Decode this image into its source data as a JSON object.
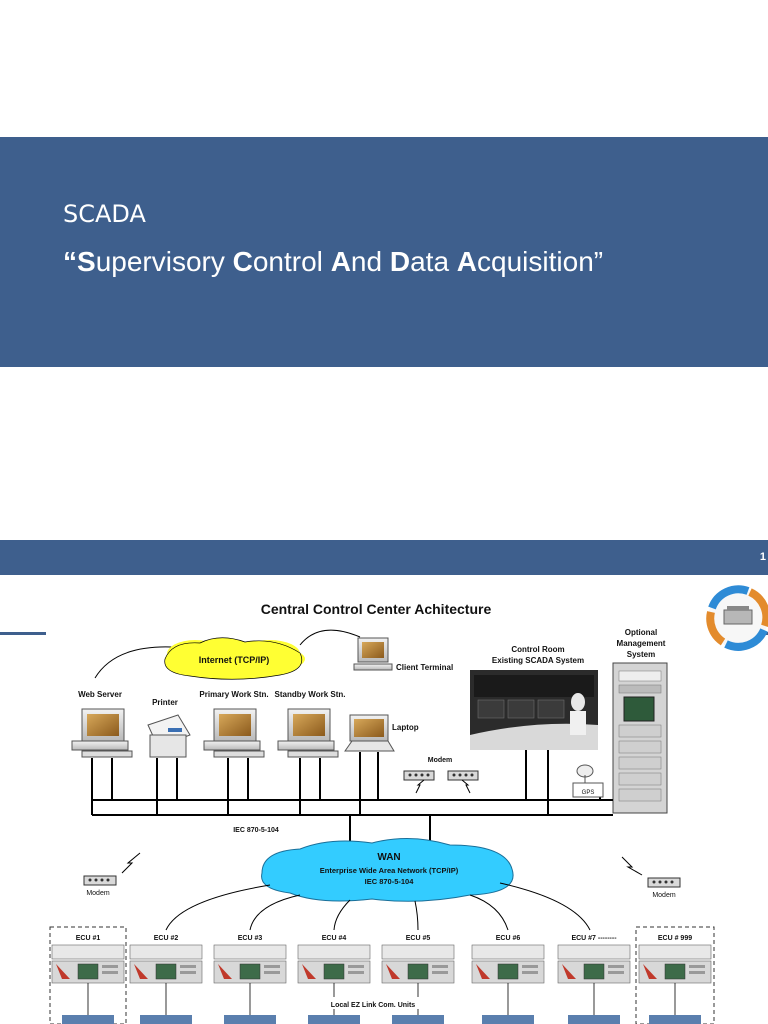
{
  "slide1": {
    "title": "SCADA",
    "subtitle": {
      "open_quote": "“",
      "w1_cap": "S",
      "w1_rest": "upervisory ",
      "w2_cap": "C",
      "w2_rest": "ontrol ",
      "w3_cap": "A",
      "w3_rest": "nd ",
      "w4_cap": "D",
      "w4_rest": "ata ",
      "w5_cap": "A",
      "w5_rest": "cquisition",
      "close_quote": "”"
    }
  },
  "slide2": {
    "page_number": "1",
    "diagram_title": "Central Control Center  Achitecture",
    "internet_label": "Internet (TCP/IP)",
    "client_terminal": "Client Terminal",
    "control_room_line1": "Control Room",
    "control_room_line2": "Existing SCADA System",
    "optional_line1": "Optional",
    "optional_line2": "Management",
    "optional_line3": "System",
    "web_server": "Web Server",
    "printer": "Printer",
    "primary_work": "Primary Work Stn.",
    "standby_work": "Standby Work Stn.",
    "laptop": "Laptop",
    "modem_center": "Modem",
    "modem_left": "Modem",
    "modem_right": "Modem",
    "gps": "GPS",
    "iec_bus": "IEC 870-5-104",
    "wan_title": "WAN",
    "wan_line2": "Enterprise Wide Area Network (TCP/IP)",
    "wan_line3": "IEC 870-5-104",
    "ecus": [
      "ECU #1",
      "ECU #2",
      "ECU #3",
      "ECU #4",
      "ECU #5",
      "ECU #6",
      "ECU #7 --------",
      "ECU # 999"
    ],
    "local_units": "Local EZ Link Com. Units"
  },
  "colors": {
    "banner": "#3e5f8d",
    "cloud": "#ffff33",
    "wan_cloud": "#33ccff"
  }
}
